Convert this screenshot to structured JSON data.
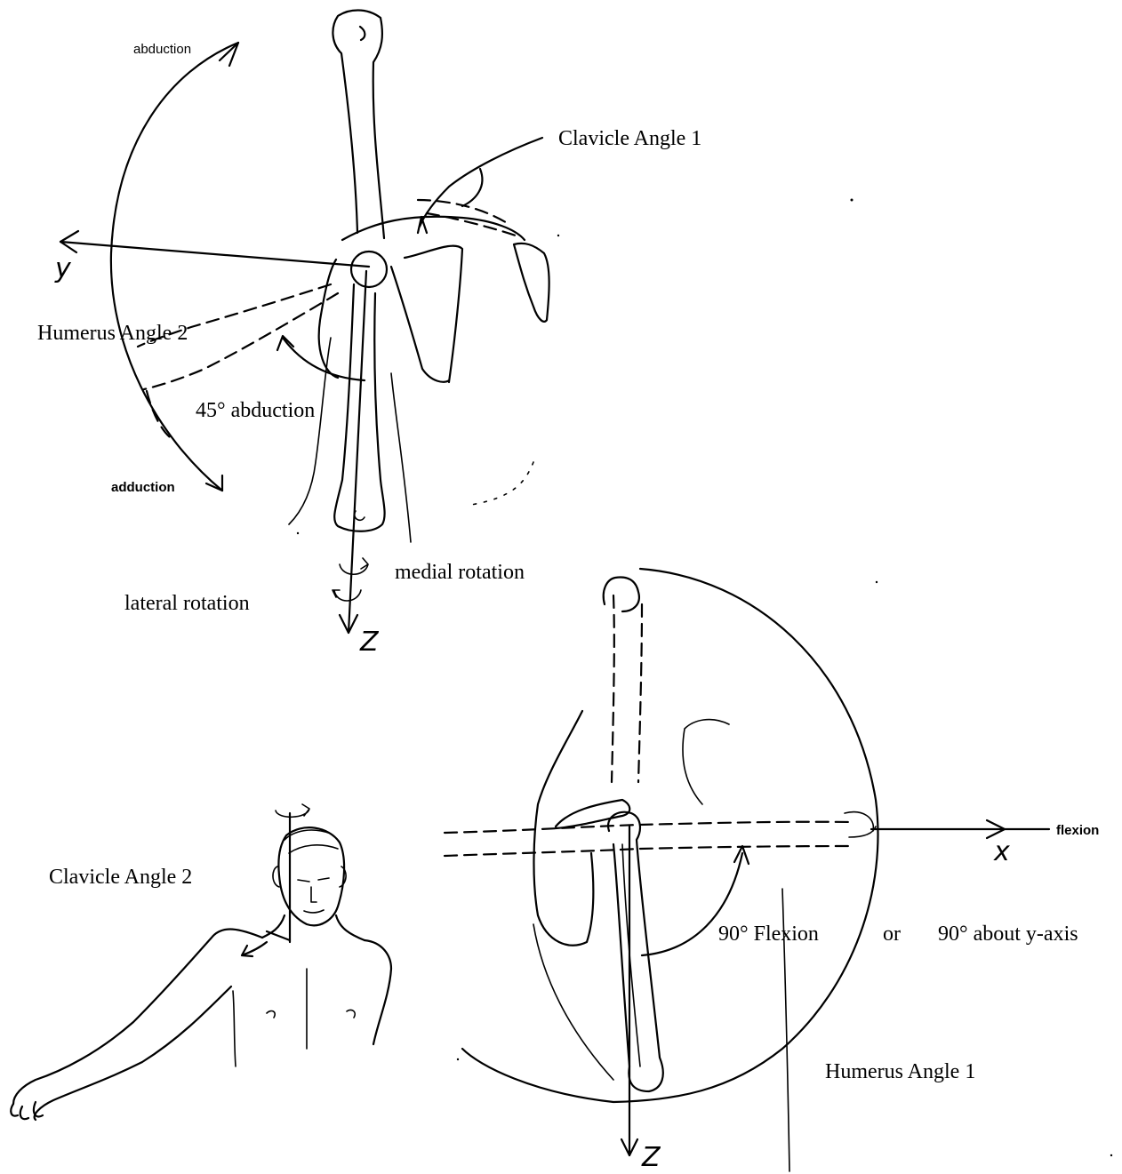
{
  "labels": {
    "abduction": "abduction",
    "adduction": "adduction",
    "clavicle_angle_1": "Clavicle Angle 1",
    "humerus_angle_2": "Humerus Angle 2",
    "abduction_45": "45° abduction",
    "medial_rotation": "medial rotation",
    "lateral_rotation": "lateral rotation",
    "clavicle_angle_2": "Clavicle Angle 2",
    "flexion": "flexion",
    "flexion_90": "90° Flexion",
    "or": "or",
    "about_y_axis_90": "90° about y-axis",
    "humerus_angle_1": "Humerus Angle 1"
  },
  "axes": {
    "y": "y",
    "z_top": "Z",
    "x": "x",
    "z_bottom": "Z"
  }
}
